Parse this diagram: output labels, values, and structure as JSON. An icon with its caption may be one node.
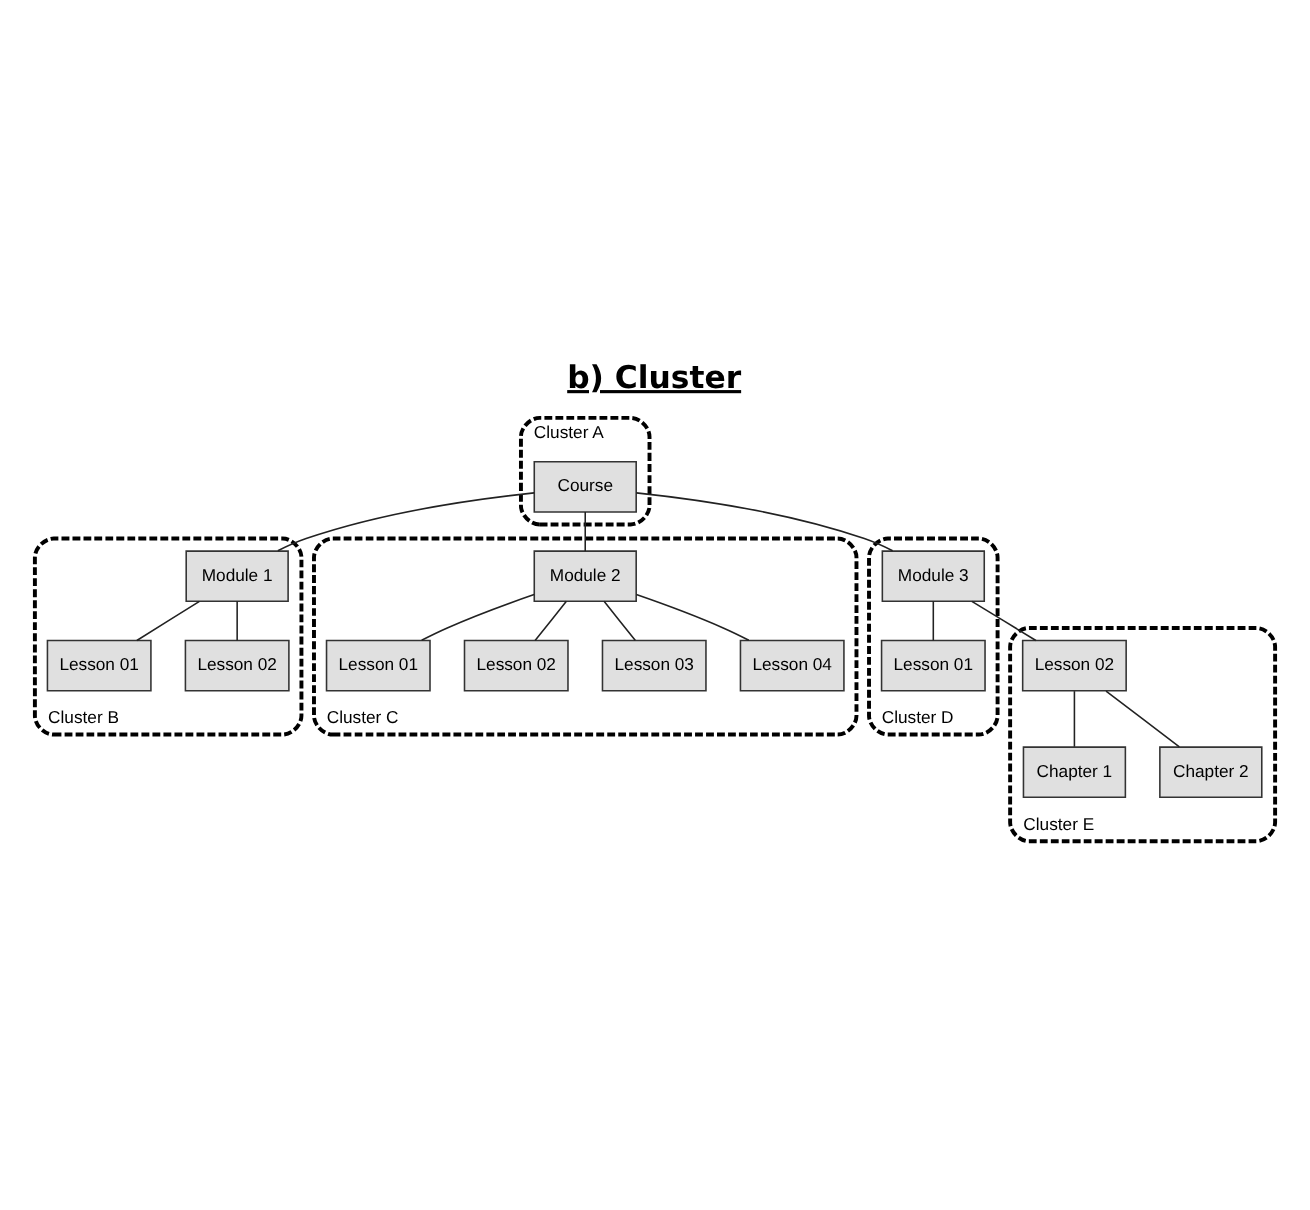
{
  "diagram": {
    "title": "b) Cluster",
    "nodes": [
      {
        "text": [
          "Cluster A"
        ]
      },
      {
        "text": [
          "Course"
        ],
        "in": 0
      },
      {
        "text": [
          "Cluster B"
        ]
      },
      {
        "text": [
          "Module 1"
        ],
        "in": 2
      },
      {
        "text": [
          "Lesson 01"
        ],
        "in": 2
      },
      {
        "text": [
          "Lesson 02"
        ],
        "in": 2
      },
      {
        "text": [
          "Cluster C"
        ]
      },
      {
        "text": [
          "Module 2"
        ],
        "in": 6
      },
      {
        "text": [
          "Lesson 01"
        ],
        "in": 6
      },
      {
        "text": [
          "Lesson 02"
        ],
        "in": 6
      },
      {
        "text": [
          "Lesson 03"
        ],
        "in": 6
      },
      {
        "text": [
          "Lesson 04"
        ],
        "in": 6
      },
      {
        "text": [
          "Cluster D"
        ]
      },
      {
        "text": [
          "Module 3"
        ],
        "in": 12
      },
      {
        "text": [
          "Lesson 01"
        ],
        "in": 12
      },
      {
        "text": [
          "Cluster E"
        ]
      },
      {
        "text": [
          "Lesson 02"
        ],
        "in": 15
      },
      {
        "text": [
          "Chapter 1"
        ],
        "in": 15
      },
      {
        "text": [
          "Chapter 2"
        ],
        "in": 15
      }
    ],
    "edges": [
      {
        "from": 1,
        "to": 3,
        "arrow": "none"
      },
      {
        "from": 1,
        "to": 7,
        "arrow": "none"
      },
      {
        "from": 1,
        "to": 13,
        "arrow": "none"
      },
      {
        "from": 3,
        "to": 4,
        "arrow": "none"
      },
      {
        "from": 3,
        "to": 5,
        "arrow": "none"
      },
      {
        "from": 7,
        "to": 8,
        "arrow": "none"
      },
      {
        "from": 7,
        "to": 9,
        "arrow": "none"
      },
      {
        "from": 7,
        "to": 10,
        "arrow": "none"
      },
      {
        "from": 7,
        "to": 11,
        "arrow": "none"
      },
      {
        "from": 13,
        "to": 14,
        "arrow": "none"
      },
      {
        "from": 13,
        "to": 16,
        "arrow": "none"
      },
      {
        "from": 16,
        "to": 17,
        "arrow": "none"
      },
      {
        "from": 16,
        "to": 18,
        "arrow": "none"
      }
    ]
  }
}
